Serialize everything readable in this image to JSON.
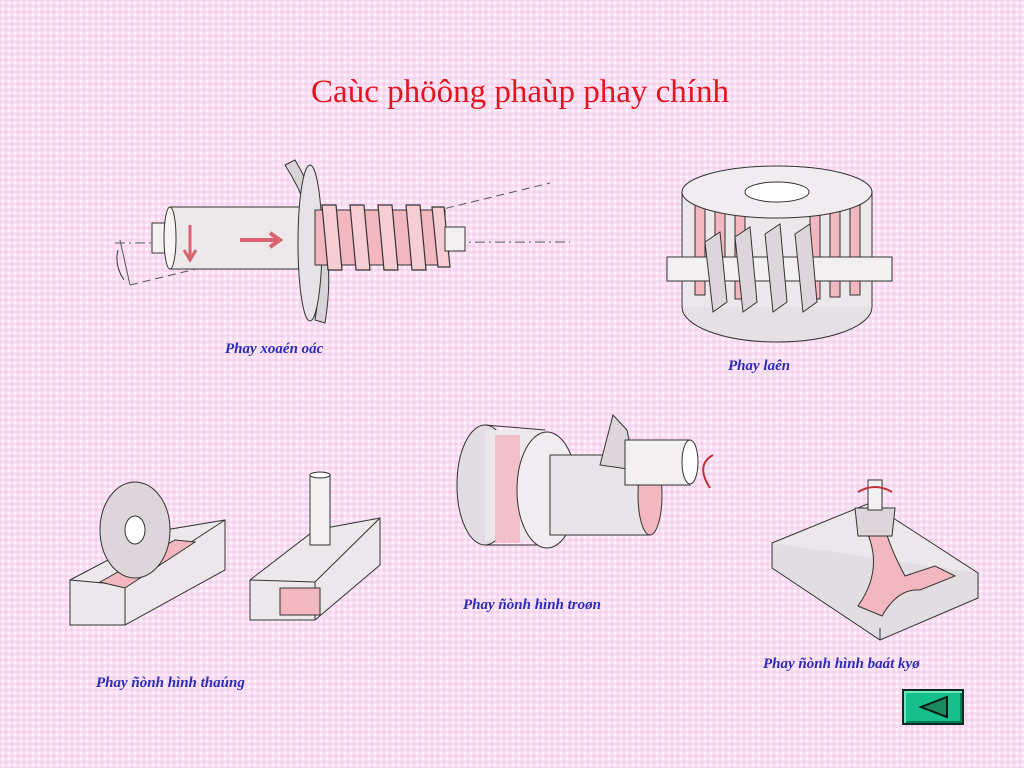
{
  "slide": {
    "title": "Caùc phöông phaùp phay chính",
    "captions": {
      "worm": "Phay xoaén oác",
      "hob": "Phay laên",
      "straight": "Phay ñònh hình thaúng",
      "round": "Phay ñònh hình troøn",
      "curved": "Phay ñònh hình baát kyø"
    },
    "nav": {
      "icon": "triangle-left-icon"
    }
  },
  "colors": {
    "background": "#f9ddf3",
    "title": "#e3141d",
    "caption": "#2b2bb8",
    "nav_button": "#16c08a",
    "highlight": "#f2b7bf"
  }
}
